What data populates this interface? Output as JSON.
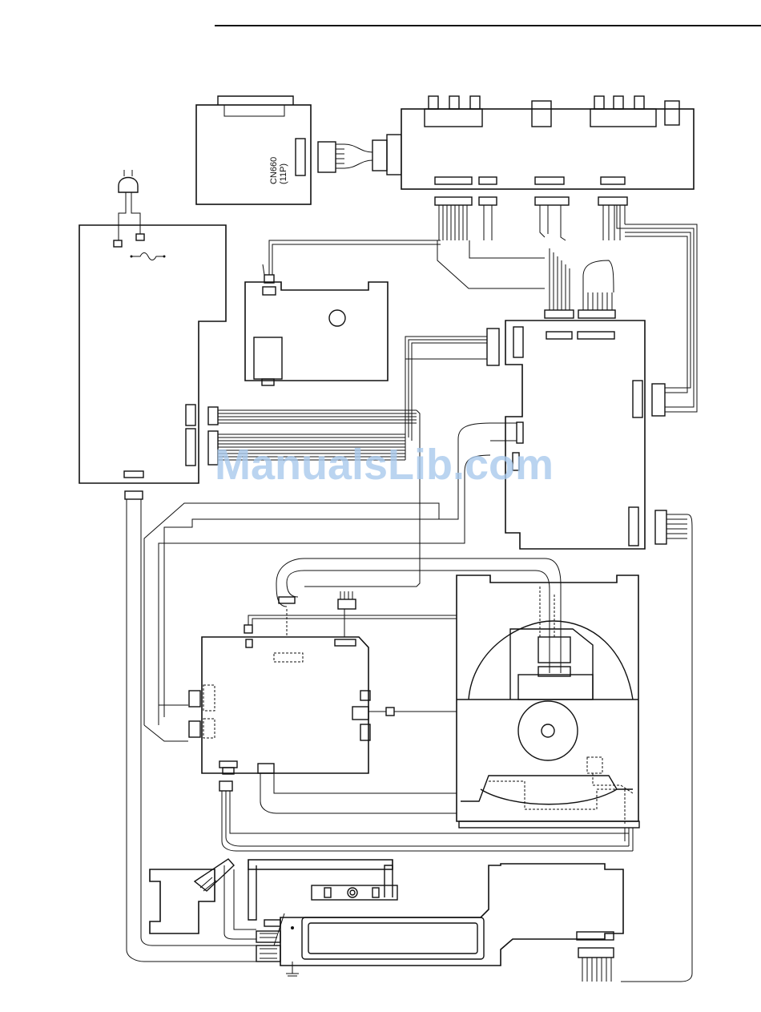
{
  "connector_label": {
    "name": "CN660",
    "pins": "(11P)"
  },
  "watermark": "ManualsLib.com"
}
